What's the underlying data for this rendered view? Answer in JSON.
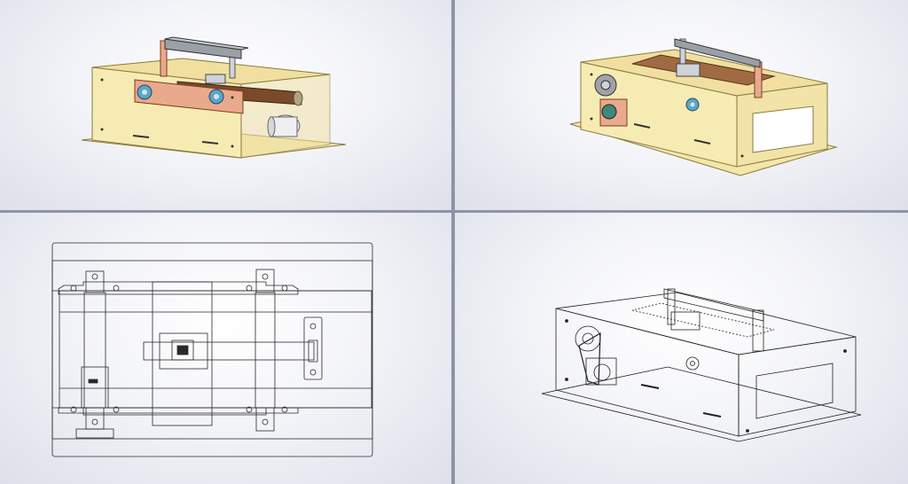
{
  "viewports": [
    {
      "id": "top-left",
      "view": "isometric-front",
      "display": "shaded"
    },
    {
      "id": "top-right",
      "view": "isometric-rear",
      "display": "shaded"
    },
    {
      "id": "bottom-left",
      "view": "top",
      "display": "wireframe"
    },
    {
      "id": "bottom-right",
      "view": "isometric-rear",
      "display": "wireframe"
    }
  ],
  "colors": {
    "housing": "#f4e6a8",
    "housing_edge": "#8a7a40",
    "bracket": "#e9a98d",
    "bar": "#9aa0a6",
    "belt": "#7a4a2a",
    "knob": "#5aa6c8",
    "motor": "#e8e8ea",
    "wire": "#2a2a2a",
    "background": "#f3f4f8",
    "divider": "#8e93a8"
  }
}
